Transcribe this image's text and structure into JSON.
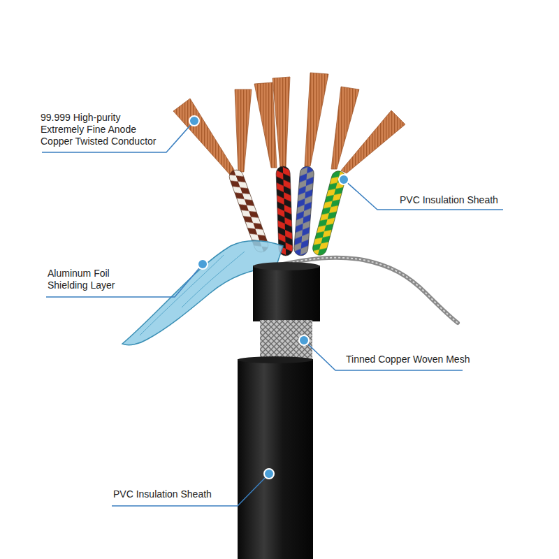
{
  "diagram": {
    "labels": [
      "99.999 High-purity Extremely Fine Anode Copper Twisted Conductor",
      "PVC Insulation Sheath",
      "Aluminum Foil Shielding Layer",
      "Tinned Copper Woven Mesh",
      "PVC Insulation Sheath"
    ]
  }
}
